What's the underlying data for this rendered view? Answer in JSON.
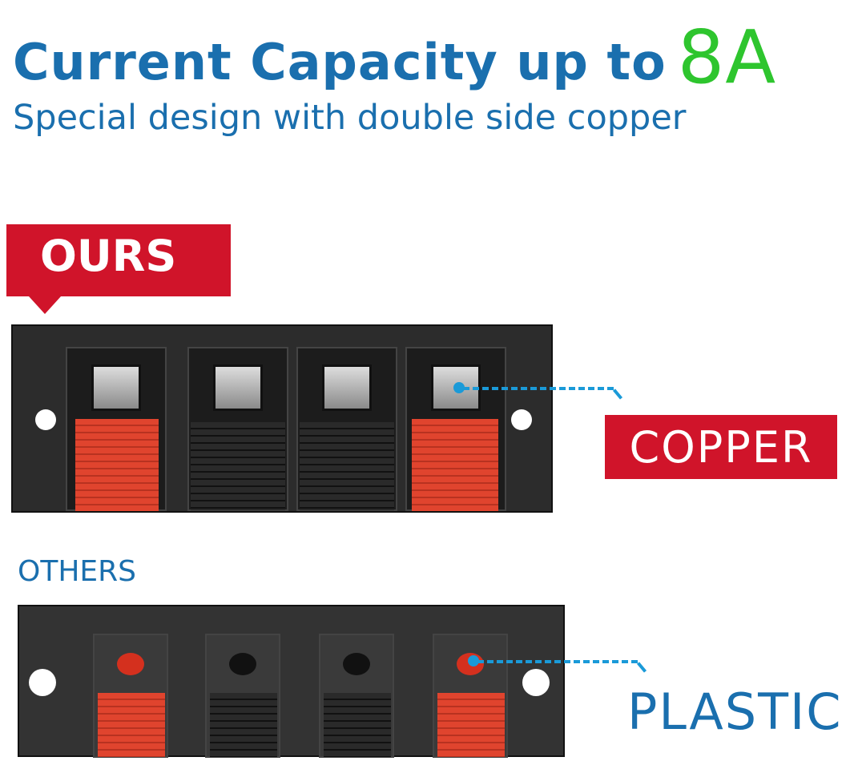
{
  "header": {
    "title": "Current Capacity up to",
    "title_accent": "8A",
    "subtitle": "Special design with double side copper"
  },
  "comparison": {
    "ours_label": "OURS",
    "ours_callout": "COPPER",
    "others_label": "OTHERS",
    "others_callout": "PLASTIC"
  },
  "colors": {
    "brand_blue": "#1a6fae",
    "accent_green": "#2ec52e",
    "label_red": "#d0142a"
  }
}
